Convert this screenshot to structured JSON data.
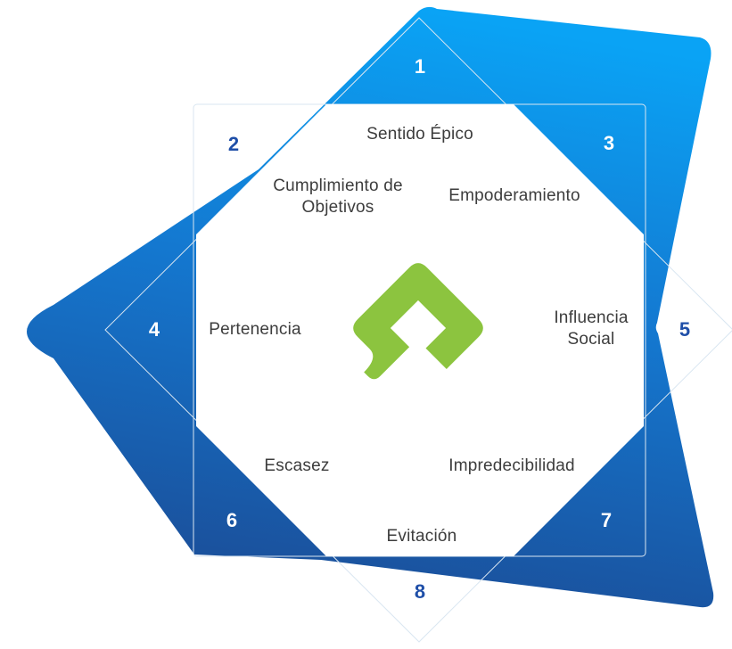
{
  "colors": {
    "blue_light": "#0aa3f5",
    "blue_dark": "#1b4c96",
    "logo_green": "#8cc43f",
    "number_dark": "#1f4fa8"
  },
  "logo": {
    "icon": "logo-icon"
  },
  "drives": [
    {
      "number": "1",
      "label": "Sentido Épico"
    },
    {
      "number": "2",
      "label": "Cumplimiento de Objetivos"
    },
    {
      "number": "3",
      "label": "Empoderamiento"
    },
    {
      "number": "4",
      "label": "Pertenencia"
    },
    {
      "number": "5",
      "label": "Influencia Social"
    },
    {
      "number": "6",
      "label": "Escasez"
    },
    {
      "number": "7",
      "label": "Impredecibilidad"
    },
    {
      "number": "8",
      "label": "Evitación"
    }
  ]
}
